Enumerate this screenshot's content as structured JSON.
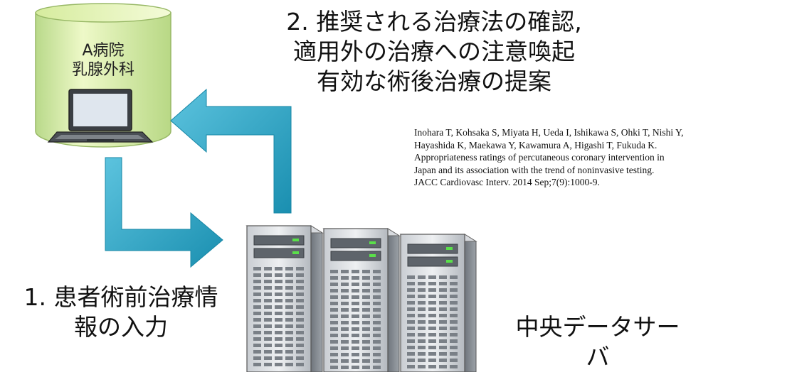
{
  "hospital": {
    "lines": [
      "A病院",
      "乳腺外科"
    ]
  },
  "step2": {
    "lines": [
      "2. 推奨される治療法の確認,",
      "適用外の治療への注意喚起",
      "有効な術後治療の提案"
    ]
  },
  "step1": {
    "lines": [
      "1. 患者術前治療情",
      "報の入力"
    ]
  },
  "server": {
    "lines": [
      "中央データサー",
      "バ"
    ]
  },
  "reference": {
    "lines": [
      "Inohara T, Kohsaka S, Miyata H, Ueda I, Ishikawa S, Ohki T, Nishi Y,",
      "Hayashida K, Maekawa Y, Kawamura A, Higashi T, Fukuda K.",
      "Appropriateness ratings of percutaneous coronary intervention in",
      "Japan and its association with the trend of noninvasive testing.",
      "JACC Cardiovasc Interv. 2014 Sep;7(9):1000-9."
    ]
  },
  "colors": {
    "arrow": "#2aa6c6",
    "cylinder": "#e4f6b6",
    "server": "#9aa0a6"
  },
  "icons": [
    "database-cylinder-icon",
    "laptop-icon",
    "server-icon",
    "arrow-icon"
  ]
}
